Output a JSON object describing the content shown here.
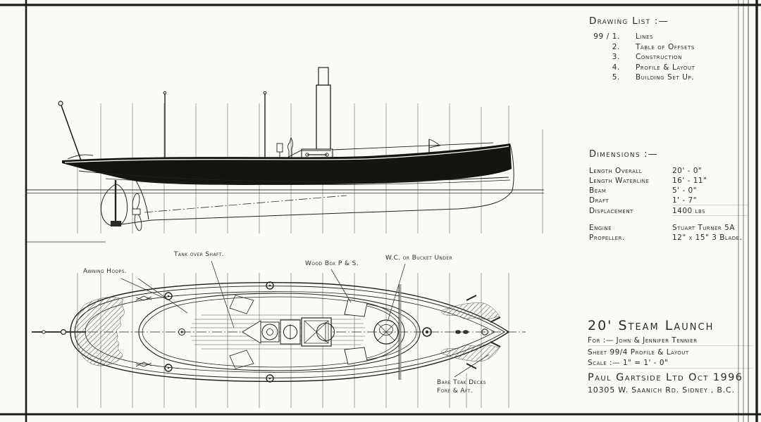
{
  "drawing_list": {
    "heading": "Drawing List :—",
    "items": [
      {
        "num": "99 / 1.",
        "label": "Lines"
      },
      {
        "num": "2.",
        "label": "Table of Offsets"
      },
      {
        "num": "3.",
        "label": "Construction"
      },
      {
        "num": "4.",
        "label": "Profile & Layout"
      },
      {
        "num": "5.",
        "label": "Building Set Up."
      }
    ]
  },
  "dimensions": {
    "heading": "Dimensions :—",
    "rows": [
      {
        "label": "Length Overall",
        "value": "20' - 0\""
      },
      {
        "label": "Length Waterline",
        "value": "16' - 11\""
      },
      {
        "label": "Beam",
        "value": "5' - 0\""
      },
      {
        "label": "Draft",
        "value": "1' - 7\""
      },
      {
        "label": "Displacement",
        "value": "1400 lbs"
      }
    ],
    "engine_rows": [
      {
        "label": "Engine",
        "value": "Stuart Turner 5A"
      },
      {
        "label": "Propeller.",
        "value": "12\" x 15\"  3 Blade."
      }
    ]
  },
  "title_block": {
    "title": "20'  Steam  Launch",
    "for_line": "For :—  John & Jennifer Tennier",
    "sheet_line": "Sheet   99/4   Profile & Layout",
    "scale_line": "Scale :—   1\" = 1' - 0\"",
    "firm": "Paul  Gartside  Ltd    Oct 1996",
    "address": "10305 W. Saanich Rd.   Sidney , B.C."
  },
  "annotations": {
    "awning_hoops": "Awning Hoops.",
    "tank_over_shaft": "Tank over Shaft.",
    "wood_box": "Wood Box P & S.",
    "wc_bucket": "W.C. or Bucket Under",
    "teak_decks_line1": "Bare Teak Decks",
    "teak_decks_line2": "Fore & Aft."
  },
  "colors": {
    "paper": "#fbfaf6",
    "ink": "#2b2a28",
    "hull_black": "#15140f"
  }
}
